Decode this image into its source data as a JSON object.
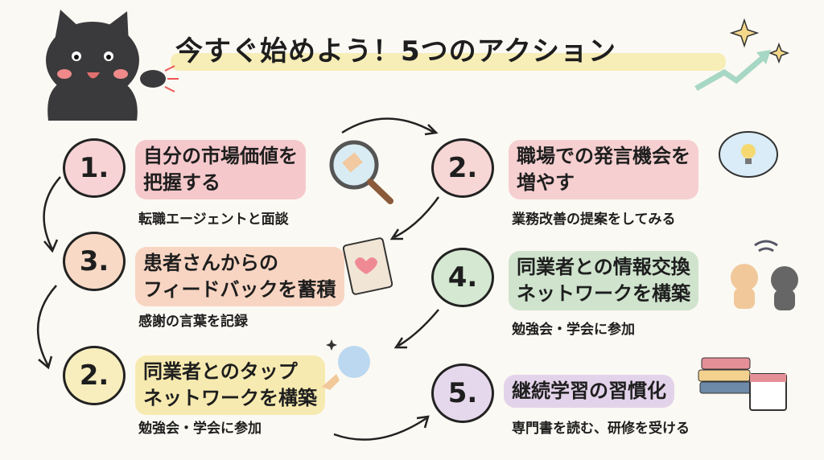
{
  "title": "今すぐ始めよう！5つのアクション",
  "actions": [
    {
      "number": "1.",
      "line1": "自分の市場価値を",
      "line2": "把握する",
      "detail": "転職エージェントと面談",
      "color": "#f5c9cc",
      "circle_fill": "#f7d3d5"
    },
    {
      "number": "2.",
      "line1": "職場での発言機会を",
      "line2": "増やす",
      "detail": "業務改善の提案をしてみる",
      "color": "#f6cfd0",
      "circle_fill": "#f7d6d6"
    },
    {
      "number": "3.",
      "line1": "患者さんからの",
      "line2": "フィードバックを蓄積",
      "detail": "感謝の言葉を記録",
      "color": "#f8d5c2",
      "circle_fill": "#f8d9c6"
    },
    {
      "number": "4.",
      "line1": "同業者との情報交換",
      "line2": "ネットワークを構築",
      "detail": "勉強会・学会に参加",
      "color": "#cfe3cd",
      "circle_fill": "#d5e8d2"
    },
    {
      "number": "2.",
      "line1": "同業者とのタップ",
      "line2": "ネットワークを構築",
      "detail": "勉強会・学会に参加",
      "color": "#f7eab0",
      "circle_fill": "#f8eebd"
    },
    {
      "number": "5.",
      "line1": "継続学習の習慣化",
      "line2": "",
      "detail": "専門書を読む、研修を受ける",
      "color": "#e3d3ea",
      "circle_fill": "#e6d8ec"
    }
  ]
}
